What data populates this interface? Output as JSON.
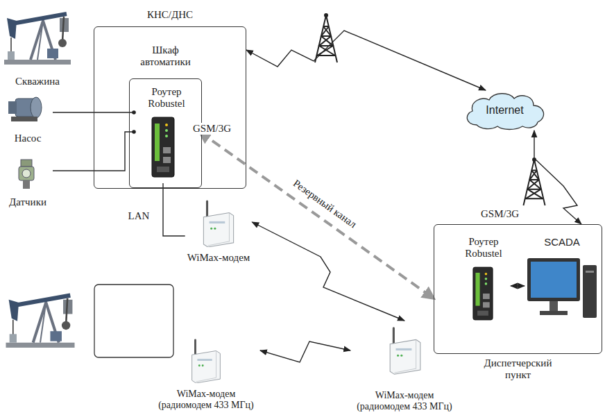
{
  "diagram": {
    "nodes": [
      {
        "text": [
          "КНС/ДНС"
        ]
      },
      {
        "text": [
          "Шкаф автоматики"
        ],
        "in": 0
      },
      {
        "text": [
          "Роутер Robustel"
        ],
        "in": 1
      },
      {
        "text": [
          "Скважина"
        ]
      },
      {
        "text": [
          "Насос"
        ]
      },
      {
        "text": [
          "Датчики"
        ]
      },
      {
        "text": [
          "WiMax-модем"
        ]
      },
      {
        "text": [
          "Internet"
        ]
      },
      {
        "text": [
          "Диспетчерский пункт"
        ]
      },
      {
        "text": [
          "Роутер Robustel"
        ],
        "in": 8
      },
      {
        "text": [
          "SCADA"
        ],
        "in": 8
      },
      {
        "text": [
          "WiMax-модем (радиомодем 433 МГц)"
        ]
      },
      {
        "text": [
          "WiMax-модем (радиомодем 433 МГц)"
        ]
      }
    ],
    "edges": [
      {
        "from": 4,
        "to": 2,
        "arrow": "none"
      },
      {
        "from": 5,
        "to": 2,
        "arrow": "none"
      },
      {
        "from": 2,
        "to": 6,
        "label": "LAN",
        "arrow": "none"
      },
      {
        "from": 2,
        "to": 8,
        "label": "Резервный канал",
        "arrow": "both"
      },
      {
        "from": 0,
        "to": 7,
        "arrow": "both"
      },
      {
        "from": 7,
        "to": 8,
        "arrow": "both"
      },
      {
        "from": 6,
        "to": 12,
        "arrow": "both"
      },
      {
        "from": 11,
        "to": 12,
        "arrow": "both"
      },
      {
        "from": 9,
        "to": 10,
        "arrow": "both"
      }
    ],
    "labels": [
      "GSM/3G",
      "GSM/3G"
    ]
  }
}
